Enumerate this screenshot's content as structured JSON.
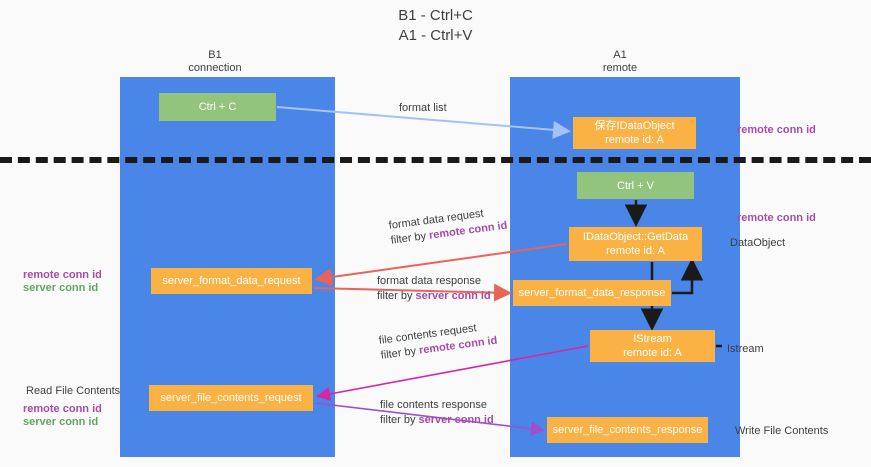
{
  "title": {
    "line1": "B1 - Ctrl+C",
    "line2": "A1 - Ctrl+V"
  },
  "columns": [
    {
      "name": "B1",
      "subtitle": "connection"
    },
    {
      "name": "A1",
      "subtitle": "remote"
    }
  ],
  "boxes": {
    "ctrl_c": {
      "line1": "Ctrl + C",
      "line2": "",
      "color": "#93c47d"
    },
    "save_dataobject": {
      "line1": "保存IDataObject",
      "line2": "remote id: A",
      "color": "#fbb244"
    },
    "ctrl_v": {
      "line1": "Ctrl + V",
      "line2": "",
      "color": "#93c47d"
    },
    "getdata": {
      "line1": "IDataObject::GetData",
      "line2": "remote id: A",
      "color": "#fbb244"
    },
    "server_format_data_request": {
      "line1": "server_format_data_request",
      "line2": "",
      "color": "#fbb244"
    },
    "server_format_data_response": {
      "line1": "server_format_data_response",
      "line2": "",
      "color": "#fbb244"
    },
    "istream": {
      "line1": "IStream",
      "line2": "remote id: A",
      "color": "#fbb244"
    },
    "server_file_contents_request": {
      "line1": "server_file_contents_request",
      "line2": "",
      "color": "#fbb244"
    },
    "server_file_contents_response": {
      "line1": "server_file_contents_response",
      "line2": "",
      "color": "#fbb244"
    }
  },
  "captions": {
    "format_list": {
      "line1": "format list",
      "line2": "",
      "filter_prefix": "",
      "filter_key": ""
    },
    "format_data_request": {
      "line1": "format data request",
      "filter_prefix": "filter by ",
      "filter_key": "remote conn id"
    },
    "format_data_response": {
      "line1": "format data response",
      "filter_prefix": "filter by ",
      "filter_key": "server conn id"
    },
    "file_contents_request": {
      "line1": "file contents request",
      "filter_prefix": "filter by ",
      "filter_key": "remote conn id"
    },
    "file_contents_response": {
      "line1": "file contents response",
      "filter_prefix": "filter by ",
      "filter_key": "server conn id"
    }
  },
  "side_labels": {
    "right": {
      "remote_conn_id_top": "remote conn id",
      "remote_conn_id_mid": "remote conn id",
      "dataobject": "DataObject",
      "istream": "Istream",
      "write_file_contents": "Write File Contents"
    },
    "left": {
      "remote_conn_id_1": "remote conn id",
      "server_conn_id_1": "server conn id",
      "read_file_contents": "Read File Contents",
      "remote_conn_id_2": "remote conn id",
      "server_conn_id_2": "server conn id"
    }
  },
  "colors": {
    "lane": "#4a86e8",
    "green_box": "#93c47d",
    "orange_box": "#fbb244",
    "purple_text": "#a64ca6",
    "green_text": "#5fa85f",
    "arrow_light_blue": "#a4c2f4",
    "arrow_red": "#e8635c",
    "arrow_magenta": "#d426a8",
    "arrow_purple": "#9e4fd0",
    "arrow_black": "#1a1a1a",
    "background": "#fafafa",
    "separator": "#1a1a1a"
  }
}
